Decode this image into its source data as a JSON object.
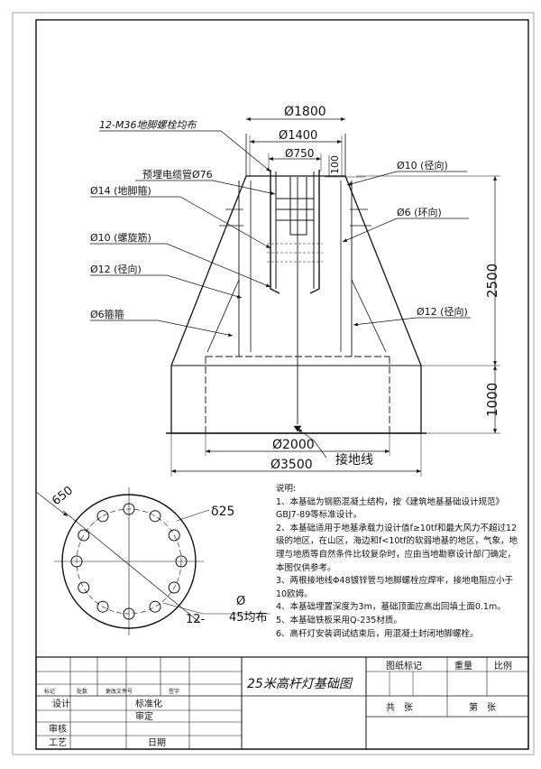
{
  "drawing": {
    "dim_top_1800": "Ø1800",
    "dim_top_1400": "Ø1400",
    "dim_top_750": "Ø750",
    "dim_100": "100",
    "dim_2500": "2500",
    "dim_1000": "1000",
    "dim_bottom_2000": "Ø2000",
    "dim_bottom_3500": "Ø3500",
    "bolt_label": "12-M36地脚螺栓均布",
    "cable_pipe_label": "预埋电缆管Ø76",
    "stirrup_14_label": "Ø14 (地脚箍)",
    "spiral_10_label": "Ø10 (螺旋筋)",
    "radial_12_left_label": "Ø12 (径向)",
    "stirrup_6_label": "Ø6箍箍",
    "radial_10_label": "Ø10 (径向)",
    "ring_6_label": "Ø6 (环向)",
    "radial_12_right_label": "Ø12 (径向)",
    "ground_wire_label": "接地线"
  },
  "plate": {
    "dim_650": "650",
    "thickness": "δ25",
    "holes_prefix": "12-",
    "holes_dia": "Ø",
    "holes_value": "45均布"
  },
  "notes": {
    "heading": "说明:",
    "items": [
      "1、本基础为钢筋混凝土结构，按《建筑地基基础设计规范》GBJ7-89等标准设计。",
      "2、本基础适用于地基承载力设计值f≥10tf和最大风力不超过12级的地区，在山区，海边和f<10tf的软弱地基的地区，气象，地理与地质等自然条件比较复杂时，应由当地勘察设计部门确定，本图仅供参考。",
      "3、两根接地线Φ48镀锌管与地脚螺栓应焊牢，接地电阻应小于10欧姆。",
      "4、本基础埋置深度为3m，基础顶面应高出回填土面0.1m。",
      "5、本基础铁板采用Q-235材质。",
      "6、高杆灯安装调试结束后，用混凝土封闭地脚螺栓。"
    ]
  },
  "title_block": {
    "small_labels": [
      "标记",
      "处数",
      "更改文件号",
      "签字"
    ],
    "drawing_title": "25米高杆灯基础图",
    "design": "设计",
    "standardization": "标准化",
    "check": "审定",
    "review": "审核",
    "process": "工艺",
    "date": "日期",
    "drawing_mark": "图纸标记",
    "weight": "重量",
    "scale": "比例",
    "total_sheets": "共　张",
    "sheet_no": "第　张"
  }
}
